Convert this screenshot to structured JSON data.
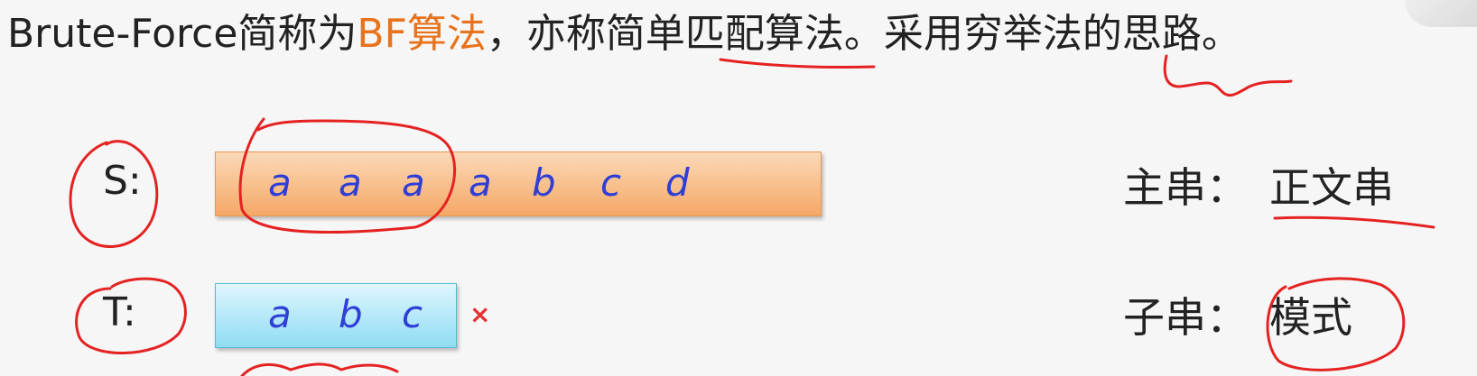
{
  "title": {
    "part1": "Brute-Force简称为",
    "part2": "BF算法",
    "part3": "，亦称简单匹配算法。采用穷举法的思路。"
  },
  "colors": {
    "highlight": "#e8731c",
    "chars": "#2f3fd6",
    "ink": "#e52222"
  },
  "s_label": "S:",
  "t_label": "T:",
  "s_chars": [
    "a",
    "a",
    "a",
    "a",
    "b",
    "c",
    "d"
  ],
  "t_chars": [
    "a",
    "b",
    "c"
  ],
  "mismatch_mark": "×",
  "main_label": "主串：",
  "main_value": "正文串",
  "sub_label": "子串：",
  "sub_value": "模式"
}
